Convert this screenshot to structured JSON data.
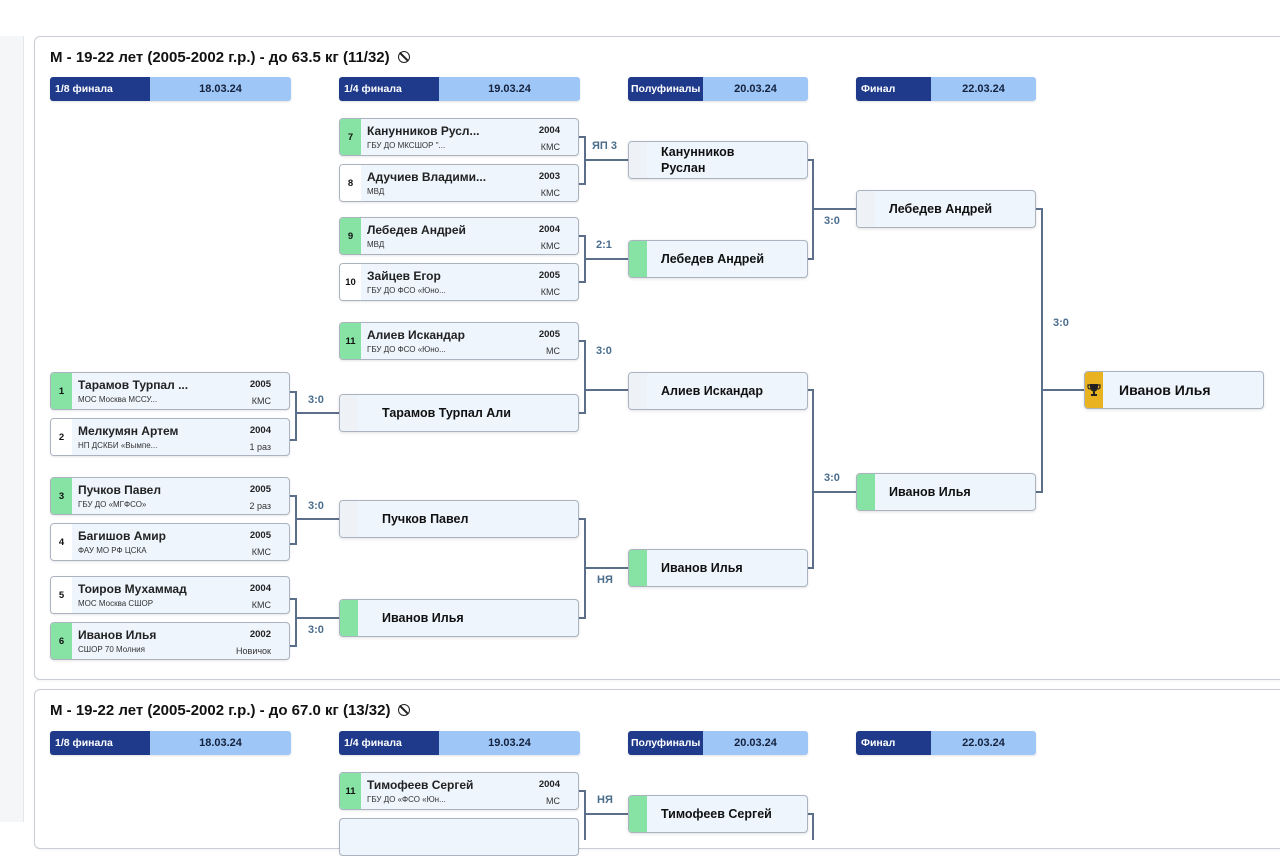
{
  "colors": {
    "round_header": "#1f3a8a",
    "round_date_bg": "#9ec7f7",
    "winner": "#86e3a4",
    "trophy": "#e8b220",
    "connector": "#5c6f8a",
    "score_text": "#4a6d8c"
  },
  "brackets": [
    {
      "title": "М - 19-22 лет (2005-2002 г.р.) - до 63.5 кг (11/32)",
      "title_icon": "ban-icon",
      "rounds": [
        {
          "label": "1/8 финала",
          "date": "18.03.24"
        },
        {
          "label": "1/4 финала",
          "date": "19.03.24"
        },
        {
          "label": "Полуфиналы",
          "date": "20.03.24"
        },
        {
          "label": "Финал",
          "date": "22.03.24"
        }
      ],
      "r16": [
        {
          "seed": "1",
          "name": "Тарамов Турпал ...",
          "club": "МОС Москва МССУ...",
          "year": "2005",
          "rank": "КМС",
          "winner": true
        },
        {
          "seed": "2",
          "name": "Мелкумян Артем",
          "club": "НП ДСКБИ «Вымпе...",
          "year": "2004",
          "rank": "1 раз",
          "winner": false
        },
        {
          "seed": "3",
          "name": "Пучков Павел",
          "club": "ГБУ ДО «МГФСО»",
          "year": "2005",
          "rank": "2 раз",
          "winner": true
        },
        {
          "seed": "4",
          "name": "Багишов Амир",
          "club": "ФАУ МО РФ ЦСКА",
          "year": "2005",
          "rank": "КМС",
          "winner": false
        },
        {
          "seed": "5",
          "name": "Тоиров Мухаммад",
          "club": "МОС Москва СШОР",
          "year": "2004",
          "rank": "КМС",
          "winner": false
        },
        {
          "seed": "6",
          "name": "Иванов Илья",
          "club": "СШОР 70 Молния",
          "year": "2002",
          "rank": "Новичок",
          "winner": true
        }
      ],
      "r16_scores": [
        "3:0",
        "3:0",
        "3:0"
      ],
      "qf": [
        {
          "seed": "7",
          "name": "Канунников Русл...",
          "club": "ГБУ ДО МКСШОР \"...",
          "year": "2004",
          "rank": "КМС",
          "winner": true
        },
        {
          "seed": "8",
          "name": "Адучиев Владими...",
          "club": "МВД",
          "year": "2003",
          "rank": "КМС",
          "winner": false
        },
        {
          "seed": "9",
          "name": "Лебедев Андрей",
          "club": "МВД",
          "year": "2004",
          "rank": "КМС",
          "winner": true
        },
        {
          "seed": "10",
          "name": "Зайцев Егор",
          "club": "ГБУ ДО ФСО «Юно...",
          "year": "2005",
          "rank": "КМС",
          "winner": false
        },
        {
          "seed": "11",
          "name": "Алиев Искандар",
          "club": "ГБУ ДО ФСО «Юно...",
          "year": "2005",
          "rank": "МС",
          "winner": true
        }
      ],
      "qf_advanced": [
        "Тарамов Турпал Али",
        "Пучков Павел",
        "Иванов Илья"
      ],
      "qf_scores": [
        "ЯП 3",
        "2:1",
        "3:0",
        "НЯ"
      ],
      "sf": [
        "Канунников\nРуслан",
        "Лебедев Андрей",
        "Алиев Искандар",
        "Иванов Илья"
      ],
      "sf_scores": [
        "3:0",
        "3:0"
      ],
      "final": [
        "Лебедев Андрей",
        "Иванов Илья"
      ],
      "final_score": "3:0",
      "champion": "Иванов Илья"
    },
    {
      "title": "М - 19-22 лет (2005-2002 г.р.) - до 67.0 кг (13/32)",
      "title_icon": "ban-icon",
      "rounds": [
        {
          "label": "1/8 финала",
          "date": "18.03.24"
        },
        {
          "label": "1/4 финала",
          "date": "19.03.24"
        },
        {
          "label": "Полуфиналы",
          "date": "20.03.24"
        },
        {
          "label": "Финал",
          "date": "22.03.24"
        }
      ],
      "qf": [
        {
          "seed": "11",
          "name": "Тимофеев Сергей",
          "club": "ГБУ ДО «ФСО «Юн...",
          "year": "2004",
          "rank": "МС",
          "winner": true
        }
      ],
      "qf_scores": [
        "НЯ"
      ],
      "sf": [
        "Тимофеев Сергей"
      ]
    }
  ]
}
